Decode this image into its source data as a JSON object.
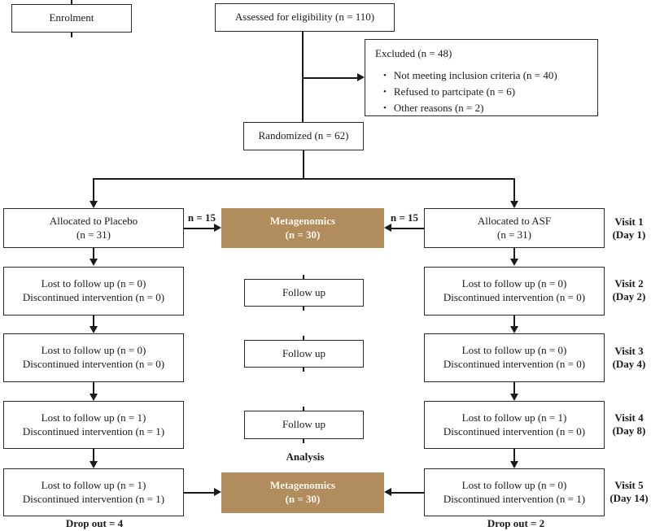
{
  "boxes": {
    "enrolment": "Enrolment",
    "assessed": "Assessed for eligibility (n = 110)",
    "excluded_title": "Excluded (n = 48)",
    "excluded_bullets": [
      "Not meeting inclusion criteria (n = 40)",
      "Refused to partcipate (n = 6)",
      "Other reasons (n = 2)"
    ],
    "randomized": "Randomized (n = 62)"
  },
  "placebo_arm": {
    "allocated_line1": "Allocated to Placebo",
    "allocated_line2": "(n = 31)",
    "n_label": "n = 15",
    "rows": [
      {
        "line1": "Lost to follow up (n = 0)",
        "line2": "Discontinued intervention (n = 0)"
      },
      {
        "line1": "Lost to follow up (n = 0)",
        "line2": "Discontinued intervention (n = 0)"
      },
      {
        "line1": "Lost to follow up (n = 1)",
        "line2": "Discontinued intervention (n = 1)"
      },
      {
        "line1": "Lost to follow up (n = 1)",
        "line2": "Discontinued intervention (n = 1)"
      }
    ],
    "dropout": "Drop out = 4"
  },
  "asf_arm": {
    "allocated_line1": "Allocated to ASF",
    "allocated_line2": "(n = 31)",
    "n_label": "n = 15",
    "rows": [
      {
        "line1": "Lost to follow up (n = 0)",
        "line2": "Discontinued intervention (n = 0)"
      },
      {
        "line1": "Lost to follow up (n = 0)",
        "line2": "Discontinued intervention (n = 0)"
      },
      {
        "line1": "Lost to follow up (n = 1)",
        "line2": "Discontinued intervention (n = 0)"
      },
      {
        "line1": "Lost to follow up (n = 0)",
        "line2": "Discontinued intervention (n = 1)"
      }
    ],
    "dropout": "Drop out = 2"
  },
  "center": {
    "metagenomics_top_line1": "Metagenomics",
    "metagenomics_top_line2": "(n = 30)",
    "followups": [
      "Follow up",
      "Follow up",
      "Follow up"
    ],
    "analysis": "Analysis",
    "metagenomics_bottom_line1": "Metagenomics",
    "metagenomics_bottom_line2": "(n = 30)"
  },
  "visit_labels": [
    {
      "line1": "Visit 1",
      "line2": "(Day 1)"
    },
    {
      "line1": "Visit 2",
      "line2": "(Day 2)"
    },
    {
      "line1": "Visit 3",
      "line2": "(Day 4)"
    },
    {
      "line1": "Visit 4",
      "line2": "(Day 8)"
    },
    {
      "line1": "Visit 5",
      "line2": "(Day 14)"
    }
  ],
  "colors": {
    "highlight_fill": "#b18c5c",
    "highlight_text": "#faf6ee",
    "line": "#1a1a1a"
  }
}
